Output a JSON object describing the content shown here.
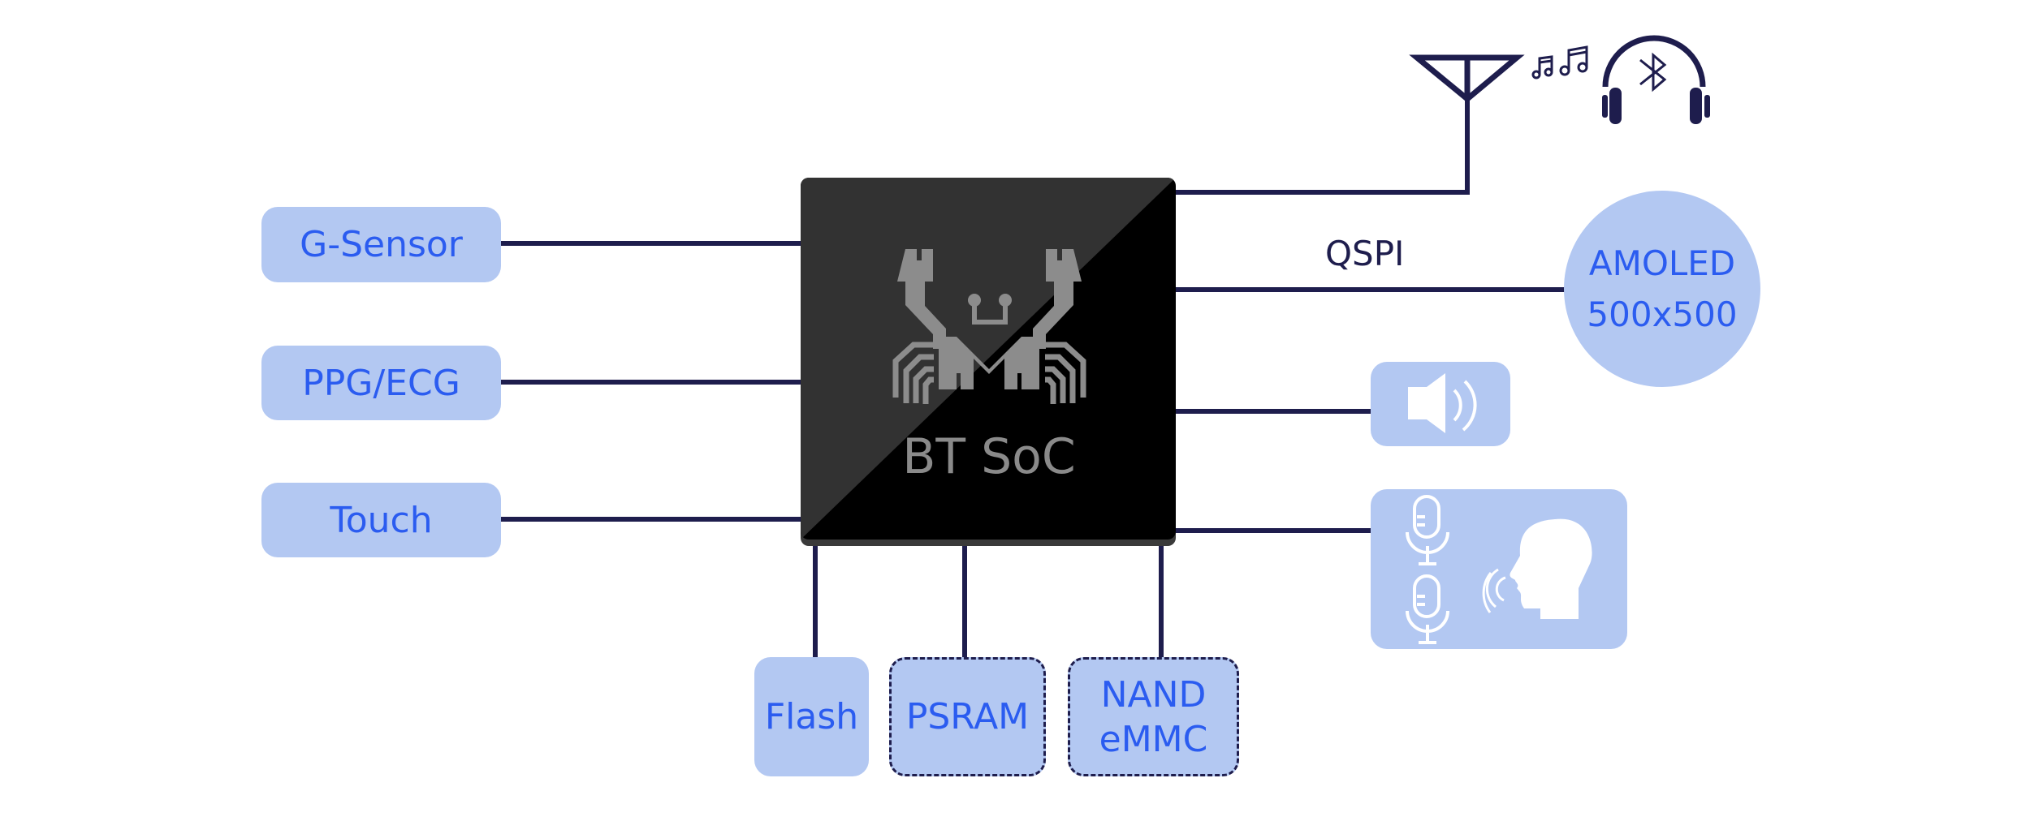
{
  "chip": {
    "label": "BT SoC",
    "logo": "realtek-crab-logo"
  },
  "left_peripherals": [
    {
      "label": "G-Sensor"
    },
    {
      "label": "PPG/ECG"
    },
    {
      "label": "Touch"
    }
  ],
  "bottom_memory": [
    {
      "label": "Flash",
      "optional": false
    },
    {
      "label": "PSRAM",
      "optional": true
    },
    {
      "label": "NAND\neMMC",
      "line1": "NAND",
      "line2": "eMMC",
      "optional": true
    }
  ],
  "right": {
    "qspi_label": "QSPI",
    "display": {
      "line1": "AMOLED",
      "line2": "500x500"
    },
    "icons": [
      "antenna-icon",
      "music-notes-icon",
      "bluetooth-headphones-icon",
      "speaker-icon",
      "microphone-icon",
      "speaking-head-icon"
    ]
  },
  "colors": {
    "box_fill": "#b3c8f2",
    "box_text": "#2b5cf0",
    "wire": "#1e1d4d",
    "chip_light": "#333333",
    "chip_dark": "#000000",
    "chip_text": "#8a8a8a"
  }
}
